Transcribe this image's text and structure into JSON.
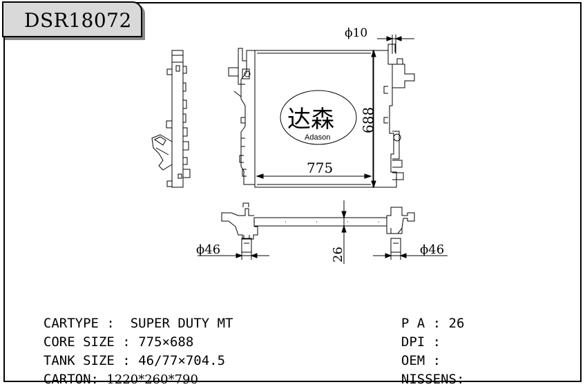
{
  "header": {
    "code": "DSR18072"
  },
  "logo": {
    "cn": "达森",
    "en": "Adason"
  },
  "dimensions": {
    "pipe_top": "ϕ10",
    "width": "775",
    "height": "688",
    "inlet_left": "ϕ46",
    "inlet_right": "ϕ46",
    "depth": "26"
  },
  "specs": {
    "cartype_label": "CARTYPE :",
    "cartype_value": "SUPER DUTY MT",
    "core_label": "CORE SIZE :",
    "core_value": "775×688",
    "tank_label": "TANK SIZE :",
    "tank_value": "46/77×704.5",
    "carton_label": "CARTON:",
    "carton_value": "1220*260*790",
    "pa_label": "P A :",
    "pa_value": "26",
    "dpi_label": "DPI :",
    "dpi_value": "",
    "oem_label": "OEM :",
    "oem_value": "",
    "nissens_label": "NISSENS:",
    "nissens_value": ""
  }
}
